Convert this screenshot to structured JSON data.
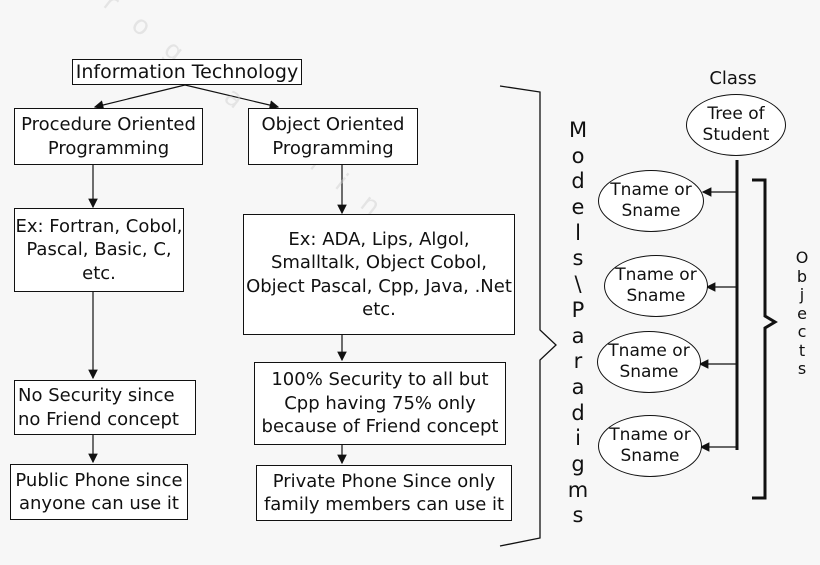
{
  "top": {
    "label": "Information Technology"
  },
  "procedure": {
    "title": "Procedure Oriented Programming",
    "examples": "Ex: Fortran, Cobol, Pascal, Basic, C, etc.",
    "security": "No Security since no Friend concept",
    "phone": "Public Phone since anyone can use it"
  },
  "object": {
    "title": "Object Oriented Programming",
    "examples": "Ex: ADA, Lips, Algol, Smalltalk, Object Cobol, Object Pascal, Cpp, Java, .Net etc.",
    "security": "100% Security to all but Cpp having 75% only because of Friend concept",
    "phone": "Private Phone Since only family members can use it"
  },
  "side_label": "Models \\ Paradigms",
  "class_section": {
    "class_label": "Class",
    "class_node": "Tree of Student",
    "objects_label": "Objects",
    "objects": [
      "Tname or Sname",
      "Tname or Sname",
      "Tname or Sname",
      "Tname or Sname"
    ]
  }
}
